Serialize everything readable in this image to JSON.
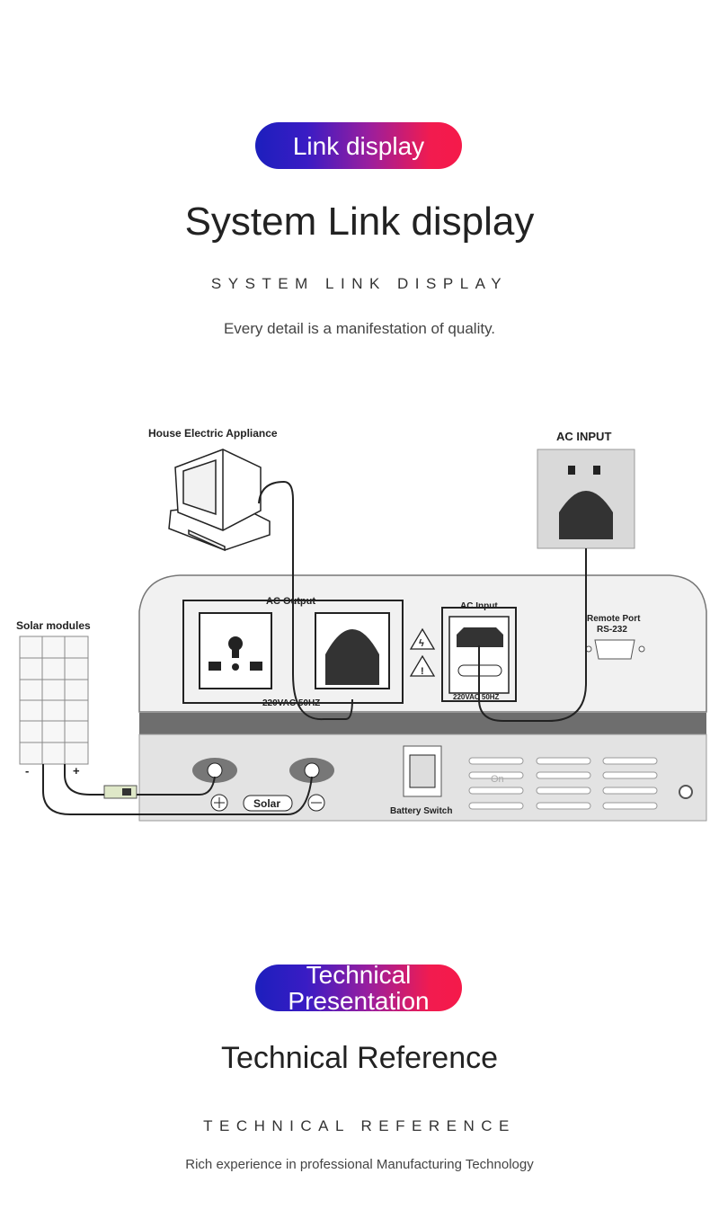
{
  "header": {
    "badge": "Link display",
    "title": "System Link display",
    "subtitle_spaced": "SYSTEM LINK DISPLAY",
    "tagline": "Every detail is a manifestation of quality."
  },
  "diagram": {
    "house_label": "House Electric Appliance",
    "ac_input_label": "AC INPUT",
    "ac_output_label": "AC Output",
    "ac_output_spec": "220VAC 50HZ",
    "ac_input_port_label": "AC Input",
    "ac_input_spec": "220VAC 50HZ",
    "remote_port_label": "Remote Port",
    "remote_port_sub": "RS-232",
    "solar_modules_label": "Solar modules",
    "solar_minus": "-",
    "solar_plus": "+",
    "solar_terminal_label": "Solar",
    "battery_switch_label": "Battery Switch",
    "panel_faint_text": "On"
  },
  "footer": {
    "badge": "Technical Presentation",
    "title": "Technical Reference",
    "subtitle_spaced": "TECHNICAL REFERENCE",
    "tagline": "Rich experience in professional Manufacturing Technology"
  }
}
